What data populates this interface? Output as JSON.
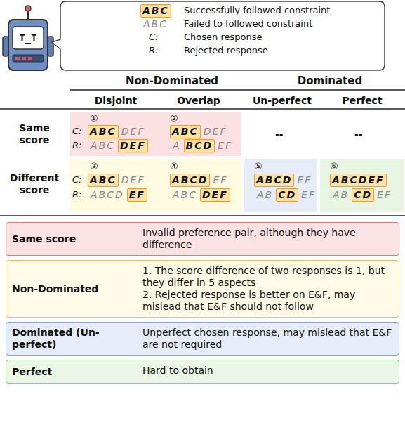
{
  "diagram": {
    "nodes": [
      {
        "text": [
          "Same score",
          "Invalid preference pair, although they have difference"
        ]
      },
      {
        "text": [
          "Non-Dominated",
          "1. The score difference of two responses is 1, but they differ in 5 aspects",
          "2. Rejected response is better on E&F, may mislead that E&F should not follow"
        ]
      },
      {
        "text": [
          "Dominated (Un-perfect)",
          "Unperfect chosen response, may mislead that E&F are not required"
        ]
      },
      {
        "text": [
          "Perfect",
          "Hard to obtain"
        ]
      }
    ],
    "labels": [
      "T_T",
      "ABC",
      "ABC",
      "C:",
      "R:",
      "Non-Dominated",
      "Dominated",
      "Disjoint",
      "Overlap",
      "Un-perfect",
      "Perfect",
      "Same score",
      "Different score",
      "①",
      "C:",
      "ABC",
      "DEF",
      "R:",
      "ABC",
      "DEF",
      "②",
      "ABC",
      "DEF",
      "A",
      "BCD",
      "EF",
      "--",
      "--",
      "③",
      "C:",
      "ABC",
      "DEF",
      "R:",
      "ABCD",
      "EF",
      "④",
      "ABCD",
      "EF",
      "ABC",
      "DEF",
      "⑤",
      "ABCD",
      "EF",
      "AB",
      "CD",
      "EF",
      "⑥",
      "ABCDEF",
      "AB",
      "CD",
      "EF"
    ],
    "legend": [
      {
        "text": "Successfully followed constraint"
      },
      {
        "text": "Failed to followed constraint"
      },
      {
        "text": "Chosen response"
      },
      {
        "text": "Rejected response"
      }
    ]
  }
}
